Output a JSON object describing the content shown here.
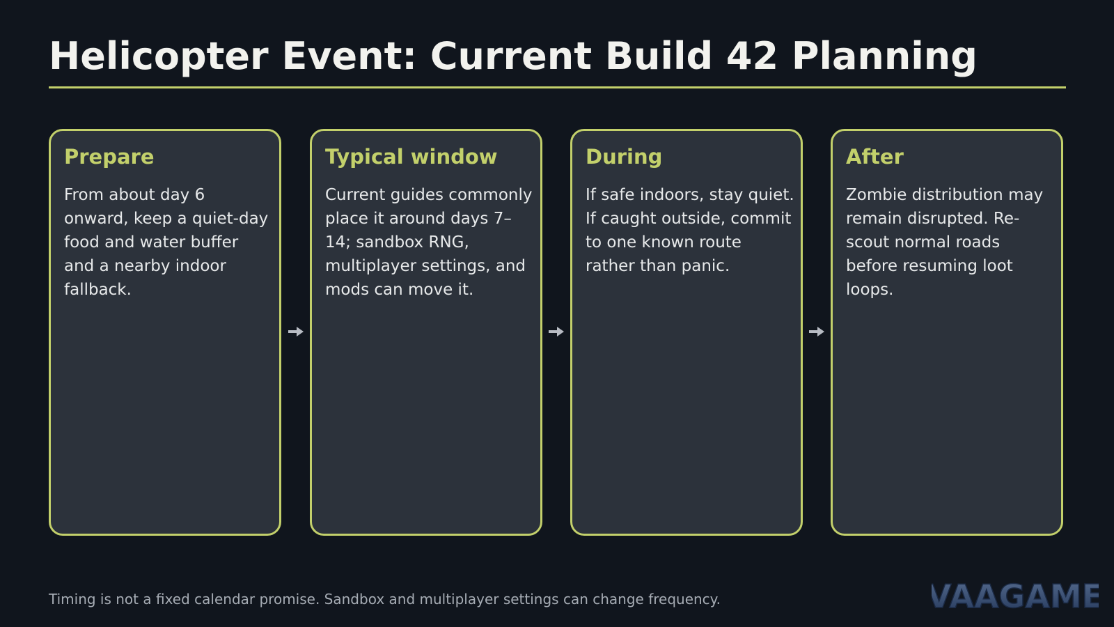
{
  "header": {
    "title": "Helicopter Event: Current Build 42 Planning"
  },
  "steps": [
    {
      "title": "Prepare",
      "body": "From about day 6 onward, keep a quiet-day food and water buffer and a nearby indoor fallback."
    },
    {
      "title": "Typical window",
      "body": "Current guides commonly place it around days 7–14; sandbox RNG, multiplayer settings, and mods can move it."
    },
    {
      "title": "During",
      "body": "If safe indoors, stay quiet. If caught outside, commit to one known route rather than panic."
    },
    {
      "title": "After",
      "body": "Zombie distribution may remain disrupted. Re-scout normal roads before resuming loot loops."
    }
  ],
  "footer": {
    "note": "Timing is not a fixed calendar promise. Sandbox and multiplayer settings can change frequency.",
    "logo_text": "VAAGAME"
  },
  "icons": {
    "connector": "arrow-right-icon"
  },
  "colors": {
    "background": "#10151d",
    "card": "#2c323b",
    "accent": "#c3d06b",
    "title_text": "#f2f2ee",
    "body_text": "#e7e9ea",
    "muted_text": "#a6acb4",
    "arrow": "#b8bcc4",
    "logo": "#3d5a86"
  }
}
